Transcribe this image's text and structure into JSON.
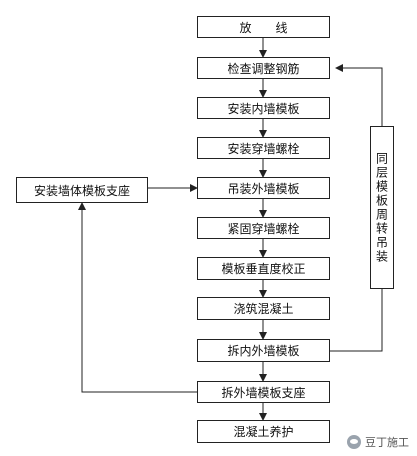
{
  "diagram": {
    "steps": [
      "放　　线",
      "检查调整钢筋",
      "安装内墙模板",
      "安装穿墙螺栓",
      "吊装外墙模板",
      "紧固穿墙螺栓",
      "模板垂直度校正",
      "浇筑混凝土",
      "拆内外墙模板",
      "拆外墙模板支座",
      "混凝土养护"
    ],
    "side_left": "安装墙体模板支座",
    "side_right": "同层模板周转吊装"
  },
  "watermark": {
    "text": "豆丁施工",
    "icon": "douding-logo-icon"
  }
}
